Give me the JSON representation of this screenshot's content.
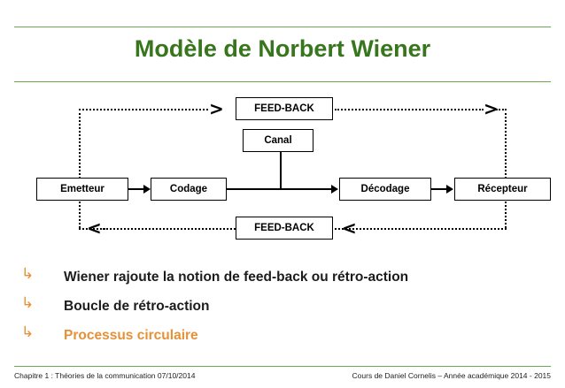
{
  "slide": {
    "title": "Modèle de Norbert Wiener",
    "accent_green": "#38761d",
    "rule_color": "#6aa84f",
    "orange": "#e69138"
  },
  "diagram": {
    "boxes": [
      {
        "id": "feedback-top",
        "label": "FEED-BACK"
      },
      {
        "id": "canal",
        "label": "Canal"
      },
      {
        "id": "emetteur",
        "label": "Emetteur"
      },
      {
        "id": "codage",
        "label": "Codage"
      },
      {
        "id": "decodage",
        "label": "Décodage"
      },
      {
        "id": "recepteur",
        "label": "Récepteur"
      },
      {
        "id": "feedback-bottom",
        "label": "FEED-BACK"
      }
    ],
    "chevron_right": ">",
    "chevron_left": "<"
  },
  "bullets": [
    {
      "marker": "↳",
      "text": "Wiener rajoute la notion de feed-back ou rétro-action",
      "color": "dark"
    },
    {
      "marker": "↳",
      "text": "Boucle de rétro-action",
      "color": "dark"
    },
    {
      "marker": "↳",
      "text": "Processus circulaire",
      "color": "orange"
    }
  ],
  "footer": {
    "left": "Chapitre 1 : Théories de la communication  07/10/2014",
    "right": "Cours de Daniel Cornelis – Année académique 2014 - 2015"
  }
}
